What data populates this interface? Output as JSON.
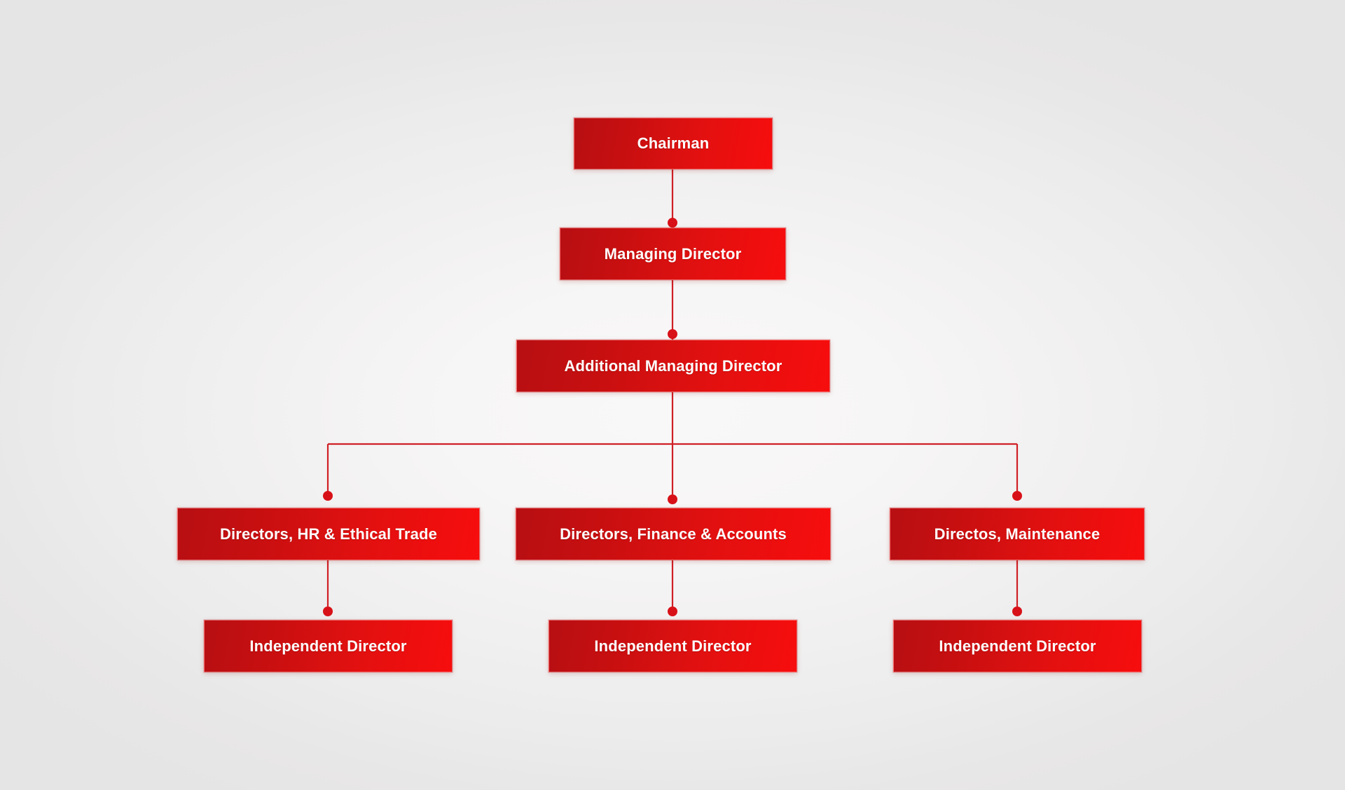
{
  "chart_data": {
    "type": "diagram",
    "diagram_kind": "organizational-chart",
    "title": "",
    "accent_color": "#e01010",
    "gradient_from": "#b70f13",
    "gradient_to": "#f70d0d",
    "connector_color": "#cf2026",
    "node_text_color": "#fdfdfd",
    "background_center": "#f7f6f6",
    "background_edge": "#e8e7e7",
    "levels": [
      {
        "level": 1,
        "nodes": [
          "Chairman"
        ]
      },
      {
        "level": 2,
        "nodes": [
          "Managing Director"
        ]
      },
      {
        "level": 3,
        "nodes": [
          "Additional Managing Director"
        ]
      },
      {
        "level": 4,
        "nodes": [
          "Directors, HR & Ethical Trade",
          "Directors, Finance & Accounts",
          "Directos, Maintenance"
        ]
      },
      {
        "level": 5,
        "nodes": [
          "Independent Director",
          "Independent Director",
          "Independent Director"
        ]
      }
    ],
    "edges": [
      {
        "from": "Chairman",
        "to": "Managing Director"
      },
      {
        "from": "Managing Director",
        "to": "Additional Managing Director"
      },
      {
        "from": "Additional Managing Director",
        "to": "Directors, HR & Ethical Trade"
      },
      {
        "from": "Additional Managing Director",
        "to": "Directors, Finance & Accounts"
      },
      {
        "from": "Additional Managing Director",
        "to": "Directos, Maintenance"
      },
      {
        "from": "Directors, HR & Ethical Trade",
        "to": "Independent Director"
      },
      {
        "from": "Directors, Finance & Accounts",
        "to": "Independent Director"
      },
      {
        "from": "Directos, Maintenance",
        "to": "Independent Director"
      }
    ]
  },
  "nodes": {
    "chairman": {
      "label": "Chairman"
    },
    "managing_director": {
      "label": "Managing Director"
    },
    "additional_managing_director": {
      "label": "Additional Managing Director"
    },
    "director_hr": {
      "label": "Directors, HR & Ethical Trade"
    },
    "director_finance": {
      "label": "Directors, Finance & Accounts"
    },
    "director_maintenance": {
      "label": "Directos, Maintenance"
    },
    "independent_director_1": {
      "label": "Independent Director"
    },
    "independent_director_2": {
      "label": "Independent Director"
    },
    "independent_director_3": {
      "label": "Independent Director"
    }
  }
}
